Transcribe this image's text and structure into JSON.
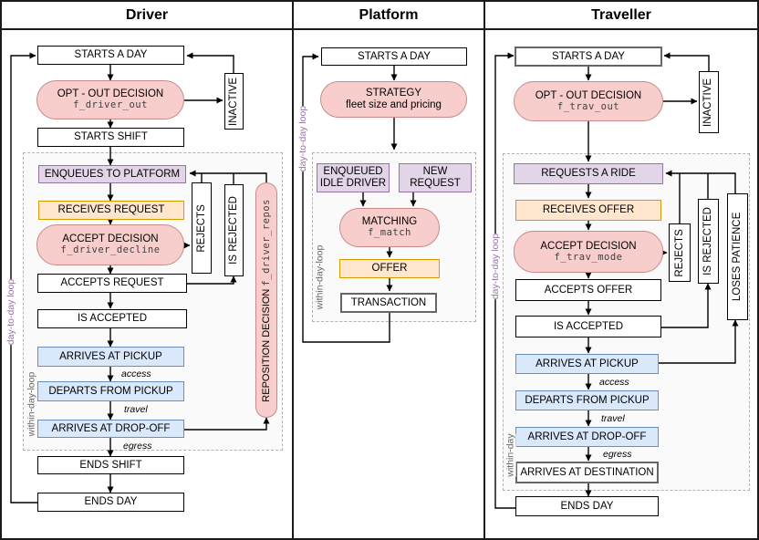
{
  "header": {
    "columns": [
      "Driver",
      "Platform",
      "Traveller"
    ]
  },
  "colors": {
    "decision_fill": "#f8cecc",
    "decision_border": "#c98a87",
    "queue_fill": "#e1d5e7",
    "queue_border": "#9673a6",
    "offer_fill": "#ffe6cc",
    "offer_border": "#d79b00",
    "trip_fill": "#dae8fc",
    "trip_border": "#6c8ebf",
    "highlight_border": "#666666",
    "loop_label": "#9673a6",
    "frame_border": "#1a1a1a"
  },
  "driver": {
    "title": "Driver",
    "day_loop": "day-to-day loop",
    "within_loop": "within-day-loop",
    "starts_day": "STARTS A DAY",
    "opt_out": "OPT - OUT DECISION",
    "opt_out_code": "f_driver_out",
    "inactive": "INACTIVE",
    "starts_shift": "STARTS SHIFT",
    "enqueues": "ENQUEUES TO PLATFORM",
    "receives_request": "RECEIVES REQUEST",
    "accept_decision": "ACCEPT DECISION",
    "accept_decision_code": "f_driver_decline",
    "rejects": "REJECTS",
    "is_rejected": "IS REJECTED",
    "reposition": "REPOSITION DECISION",
    "reposition_code": "f_driver_repos",
    "accepts_request": "ACCEPTS REQUEST",
    "is_accepted": "IS ACCEPTED",
    "arrives_pickup": "ARRIVES AT PICKUP",
    "access": "access",
    "departs_pickup": "DEPARTS FROM PICKUP",
    "travel": "travel",
    "arrives_dropoff": "ARRIVES AT DROP-OFF",
    "egress": "egress",
    "ends_shift": "ENDS SHIFT",
    "ends_day": "ENDS DAY"
  },
  "platform": {
    "title": "Platform",
    "day_loop": "day-to-day loop",
    "within_loop": "within-day-loop",
    "starts_day": "STARTS A DAY",
    "strategy": "STRATEGY",
    "strategy_sub": "fleet size and pricing",
    "enqueued_idle": "ENQUEUED IDLE DRIVER",
    "new_request": "NEW REQUEST",
    "matching": "MATCHING",
    "matching_code": "f_match",
    "offer": "OFFER",
    "transaction": "TRANSACTION"
  },
  "traveller": {
    "title": "Traveller",
    "day_loop": "day-to-day loop",
    "within_loop": "within-day",
    "starts_day": "STARTS A DAY",
    "opt_out": "OPT - OUT DECISION",
    "opt_out_code": "f_trav_out",
    "inactive": "INACTIVE",
    "requests_ride": "REQUESTS A RIDE",
    "receives_offer": "RECEIVES OFFER",
    "accept_decision": "ACCEPT DECISION",
    "accept_decision_code": "f_trav_mode",
    "rejects": "REJECTS",
    "is_rejected": "IS REJECTED",
    "loses_patience": "LOSES PATIENCE",
    "accepts_offer": "ACCEPTS OFFER",
    "is_accepted": "IS ACCEPTED",
    "arrives_pickup": "ARRIVES AT PICKUP",
    "access": "access",
    "departs_pickup": "DEPARTS FROM PICKUP",
    "travel": "travel",
    "arrives_dropoff": "ARRIVES AT DROP-OFF",
    "egress": "egress",
    "arrives_destination": "ARRIVES AT DESTINATION",
    "ends_day": "ENDS DAY"
  }
}
